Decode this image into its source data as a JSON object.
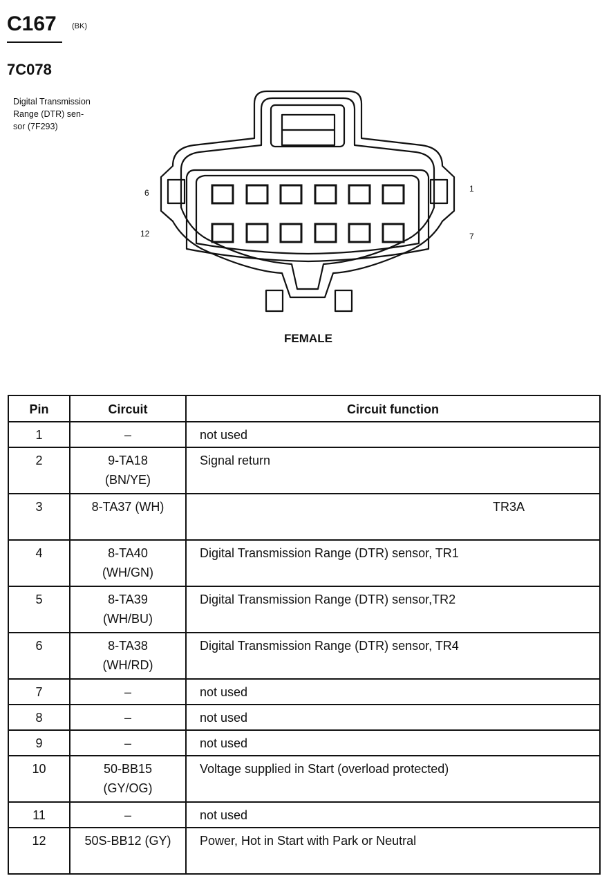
{
  "header": {
    "connector_id": "C167",
    "connector_color": "(BK)",
    "part_number": "7C078",
    "description": "Digital Transmission\nRange (DTR) sen-\nsor (7F293)"
  },
  "connector": {
    "pin_labels": {
      "top_left": "6",
      "bottom_left": "12",
      "top_right": "1",
      "bottom_right": "7"
    },
    "gender": "FEMALE"
  },
  "table": {
    "headers": {
      "pin": "Pin",
      "circuit": "Circuit",
      "function": "Circuit function"
    },
    "rows": [
      {
        "pin": "1",
        "circuit_line1": "–",
        "circuit_line2": "",
        "function": "not used",
        "function_right": ""
      },
      {
        "pin": "2",
        "circuit_line1": "9-TA18",
        "circuit_line2": "(BN/YE)",
        "function": "Signal return",
        "function_right": ""
      },
      {
        "pin": "3",
        "circuit_line1": "8-TA37 (WH)",
        "circuit_line2": "",
        "function": "",
        "function_right": "TR3A"
      },
      {
        "pin": "4",
        "circuit_line1": "8-TA40",
        "circuit_line2": "(WH/GN)",
        "function": "Digital Transmission Range (DTR) sensor, TR1",
        "function_right": ""
      },
      {
        "pin": "5",
        "circuit_line1": "8-TA39",
        "circuit_line2": "(WH/BU)",
        "function": "Digital Transmission Range (DTR) sensor,TR2",
        "function_right": ""
      },
      {
        "pin": "6",
        "circuit_line1": "8-TA38",
        "circuit_line2": "(WH/RD)",
        "function": "Digital Transmission Range (DTR) sensor, TR4",
        "function_right": ""
      },
      {
        "pin": "7",
        "circuit_line1": "–",
        "circuit_line2": "",
        "function": "not used",
        "function_right": ""
      },
      {
        "pin": "8",
        "circuit_line1": "–",
        "circuit_line2": "",
        "function": "not used",
        "function_right": ""
      },
      {
        "pin": "9",
        "circuit_line1": "–",
        "circuit_line2": "",
        "function": "not used",
        "function_right": ""
      },
      {
        "pin": "10",
        "circuit_line1": "50-BB15",
        "circuit_line2": "(GY/OG)",
        "function": "Voltage supplied in Start (overload protected)",
        "function_right": ""
      },
      {
        "pin": "11",
        "circuit_line1": "–",
        "circuit_line2": "",
        "function": "not used",
        "function_right": ""
      },
      {
        "pin": "12",
        "circuit_line1": "50S-BB12 (GY)",
        "circuit_line2": "",
        "function": "Power, Hot in Start with Park or Neutral",
        "function_right": ""
      }
    ]
  }
}
